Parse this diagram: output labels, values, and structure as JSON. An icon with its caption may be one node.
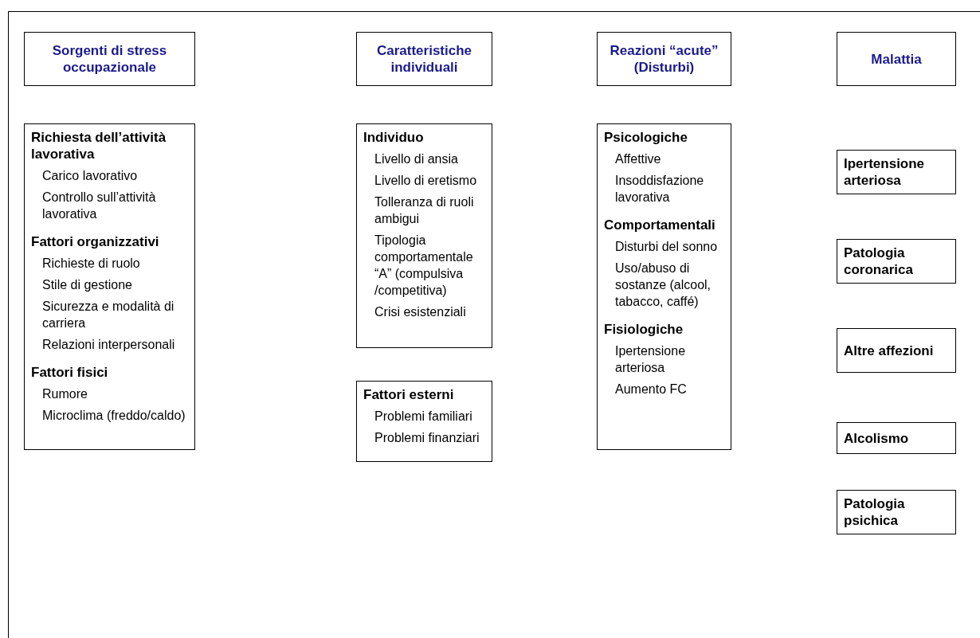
{
  "diagram": {
    "nodes": [
      {
        "text": [
          "Sorgenti di stress occupazionale"
        ]
      },
      {
        "text": [
          "Caratteristiche individuali"
        ]
      },
      {
        "text": [
          "Reazioni “acute” (Disturbi)"
        ]
      },
      {
        "text": [
          "Malattia"
        ]
      },
      {
        "text": [
          "Richiesta dell’attività lavorativa",
          "Carico lavorativo",
          "Controllo sull’attività lavorativa",
          "Fattori organizzativi",
          "Richieste di ruolo",
          "Stile di gestione",
          "Sicurezza e modalità di carriera",
          "Relazioni interpersonali",
          "Fattori fisici",
          "Rumore",
          "Microclima (freddo/caldo)"
        ]
      },
      {
        "text": [
          "Individuo",
          "Livello di ansia",
          "Livello di eretismo",
          "Tolleranza di ruoli ambigui",
          "Tipologia comportamentale “A” (compulsiva /competitiva)",
          "Crisi esistenziali"
        ]
      },
      {
        "text": [
          "Fattori esterni",
          "Problemi familiari",
          "Problemi finanziari"
        ]
      },
      {
        "text": [
          "Psicologiche",
          "Affettive",
          "Insoddisfazione lavorativa",
          "Comportamentali",
          "Disturbi del sonno",
          "Uso/abuso di sostanze (alcool, tabacco, caffé)",
          "Fisiologiche",
          "Ipertensione arteriosa",
          "Aumento FC"
        ]
      },
      {
        "text": [
          "Ipertensione arteriosa"
        ]
      },
      {
        "text": [
          "Patologia coronarica"
        ]
      },
      {
        "text": [
          "Altre affezioni"
        ]
      },
      {
        "text": [
          "Alcolismo"
        ]
      },
      {
        "text": [
          "Patologia psichica"
        ]
      }
    ],
    "edges": []
  }
}
